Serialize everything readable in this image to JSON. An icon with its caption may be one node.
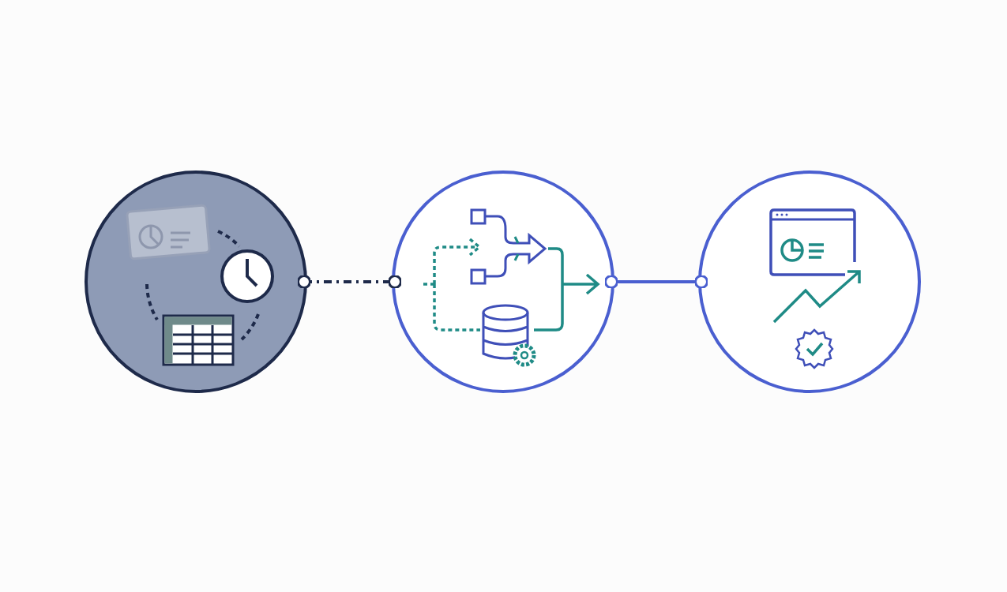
{
  "diagram": {
    "nodes": [
      {
        "text": [],
        "shape": "circle"
      },
      {
        "text": [],
        "shape": "circle"
      },
      {
        "text": [],
        "shape": "circle"
      }
    ],
    "edges": [
      {
        "from": 0,
        "to": 1,
        "arrow": "other",
        "style": "dashed",
        "color": "#1e2a4a"
      },
      {
        "from": 1,
        "to": 2,
        "arrow": "other",
        "color": "#4a5fd0"
      }
    ]
  }
}
